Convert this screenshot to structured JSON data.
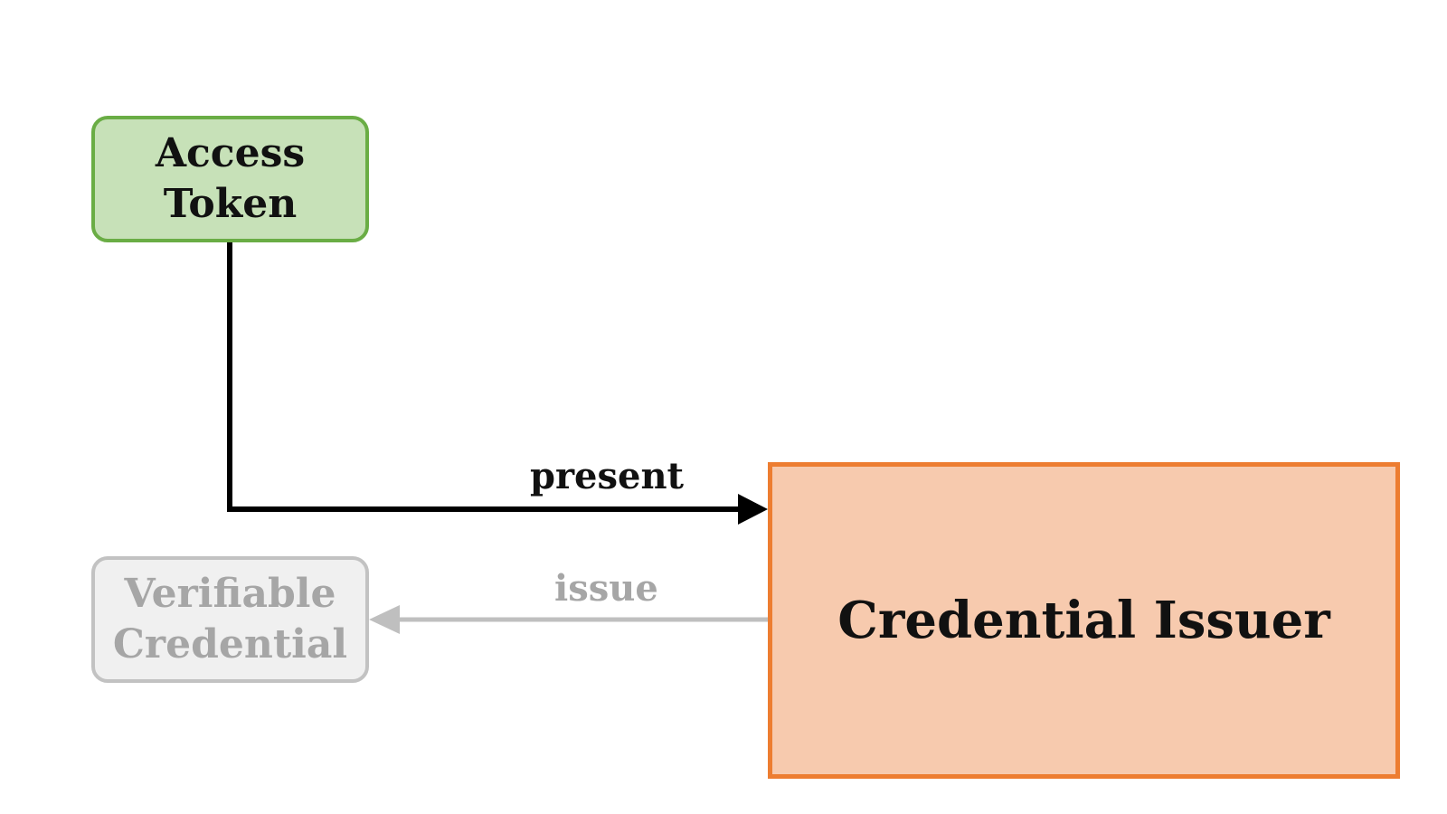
{
  "nodes": {
    "access_token": {
      "label": "Access\nToken",
      "fill": "#c7e1b8",
      "border": "#6aad45"
    },
    "verifiable_credential": {
      "label": "Verifiable\nCredential",
      "fill": "#f0f0f0",
      "border": "#c2c2c2",
      "state": "dimmed"
    },
    "credential_issuer": {
      "label": "Credential Issuer",
      "fill": "#f7caae",
      "border": "#ed7d31"
    }
  },
  "edges": {
    "present": {
      "label": "present",
      "from": "Access Token",
      "to": "Credential Issuer",
      "color": "#000000"
    },
    "issue": {
      "label": "issue",
      "from": "Credential Issuer",
      "to": "Verifiable Credential",
      "color": "#bfbfbf",
      "state": "dimmed"
    }
  }
}
